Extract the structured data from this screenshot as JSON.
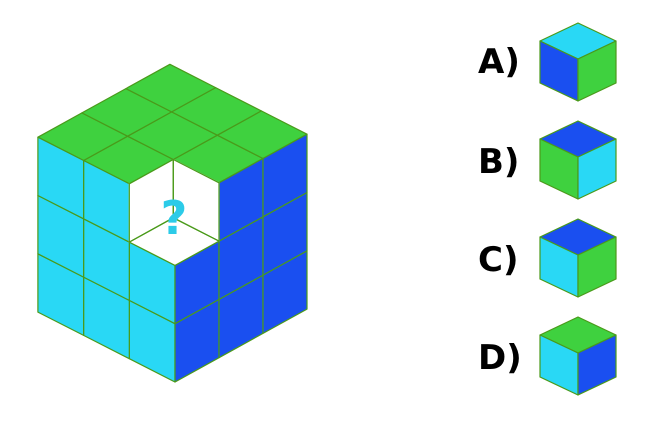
{
  "question_mark": "?",
  "colors": {
    "top": "#3fd13f",
    "left": "#29d8f5",
    "right": "#1a4ff0",
    "edge": "#4a9a1a",
    "hole": "#ffffff",
    "question": "#2ccbe8"
  },
  "options": [
    {
      "label": "A)",
      "top": "cyan",
      "left": "blue",
      "right": "green"
    },
    {
      "label": "B)",
      "top": "blue",
      "left": "green",
      "right": "cyan"
    },
    {
      "label": "C)",
      "top": "blue",
      "left": "cyan",
      "right": "green"
    },
    {
      "label": "D)",
      "top": "green",
      "left": "cyan",
      "right": "blue"
    }
  ]
}
